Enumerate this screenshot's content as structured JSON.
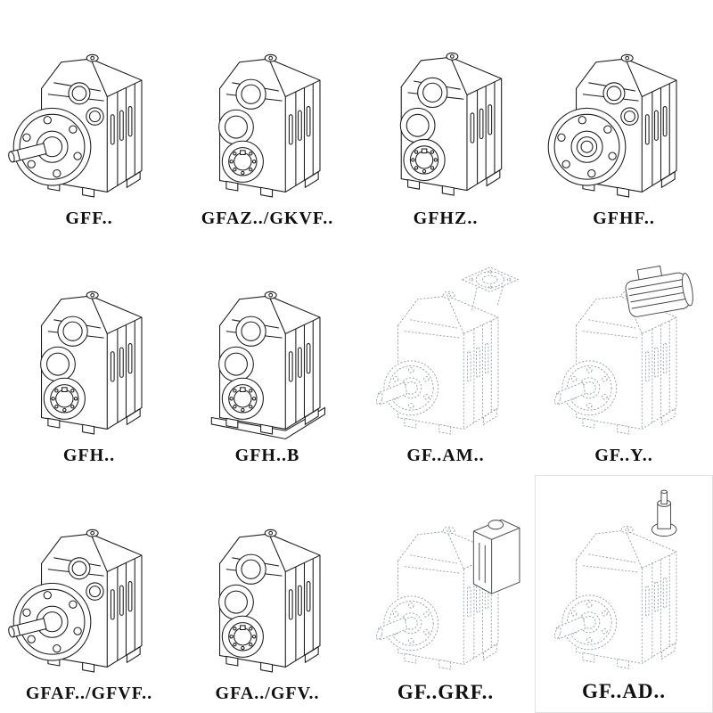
{
  "page": {
    "background": "#ffffff"
  },
  "styles": {
    "solid_line_color": "#1b1b1b",
    "phantom_line_color": "#989ea4",
    "attachment_line_color": "#474747",
    "label_color": "#101010"
  },
  "catalog": {
    "cells": [
      {
        "label": "GFF..",
        "art": "gearbox-solid-output-flange-with-shaft"
      },
      {
        "label": "GFAZ../GKVF..",
        "art": "gearbox-solid-hollow-output-shaft"
      },
      {
        "label": "GFHZ..",
        "art": "gearbox-solid-hollow-output-shaft"
      },
      {
        "label": "GFHF..",
        "art": "gearbox-solid-output-flange-hollow-bore"
      },
      {
        "label": "GFH..",
        "art": "gearbox-solid-hollow-output-shaft"
      },
      {
        "label": "GFH..B",
        "art": "gearbox-solid-hollow-shaft-with-base-plate"
      },
      {
        "label": "GF..AM..",
        "art": "gearbox-phantom-motor-adapter-input-flange"
      },
      {
        "label": "GF..Y..",
        "art": "gearbox-phantom-with-mounted-motor"
      },
      {
        "label": "GFAF../GFVF..",
        "art": "gearbox-solid-output-flange-with-shaft"
      },
      {
        "label": "GFA../GFV..",
        "art": "gearbox-solid-hollow-output-shaft"
      },
      {
        "label": "GF..GRF..",
        "art": "gearbox-phantom-with-gear-attachment"
      },
      {
        "label": "GF..AD..",
        "art": "gearbox-phantom-with-input-shaft-adapter"
      }
    ]
  }
}
